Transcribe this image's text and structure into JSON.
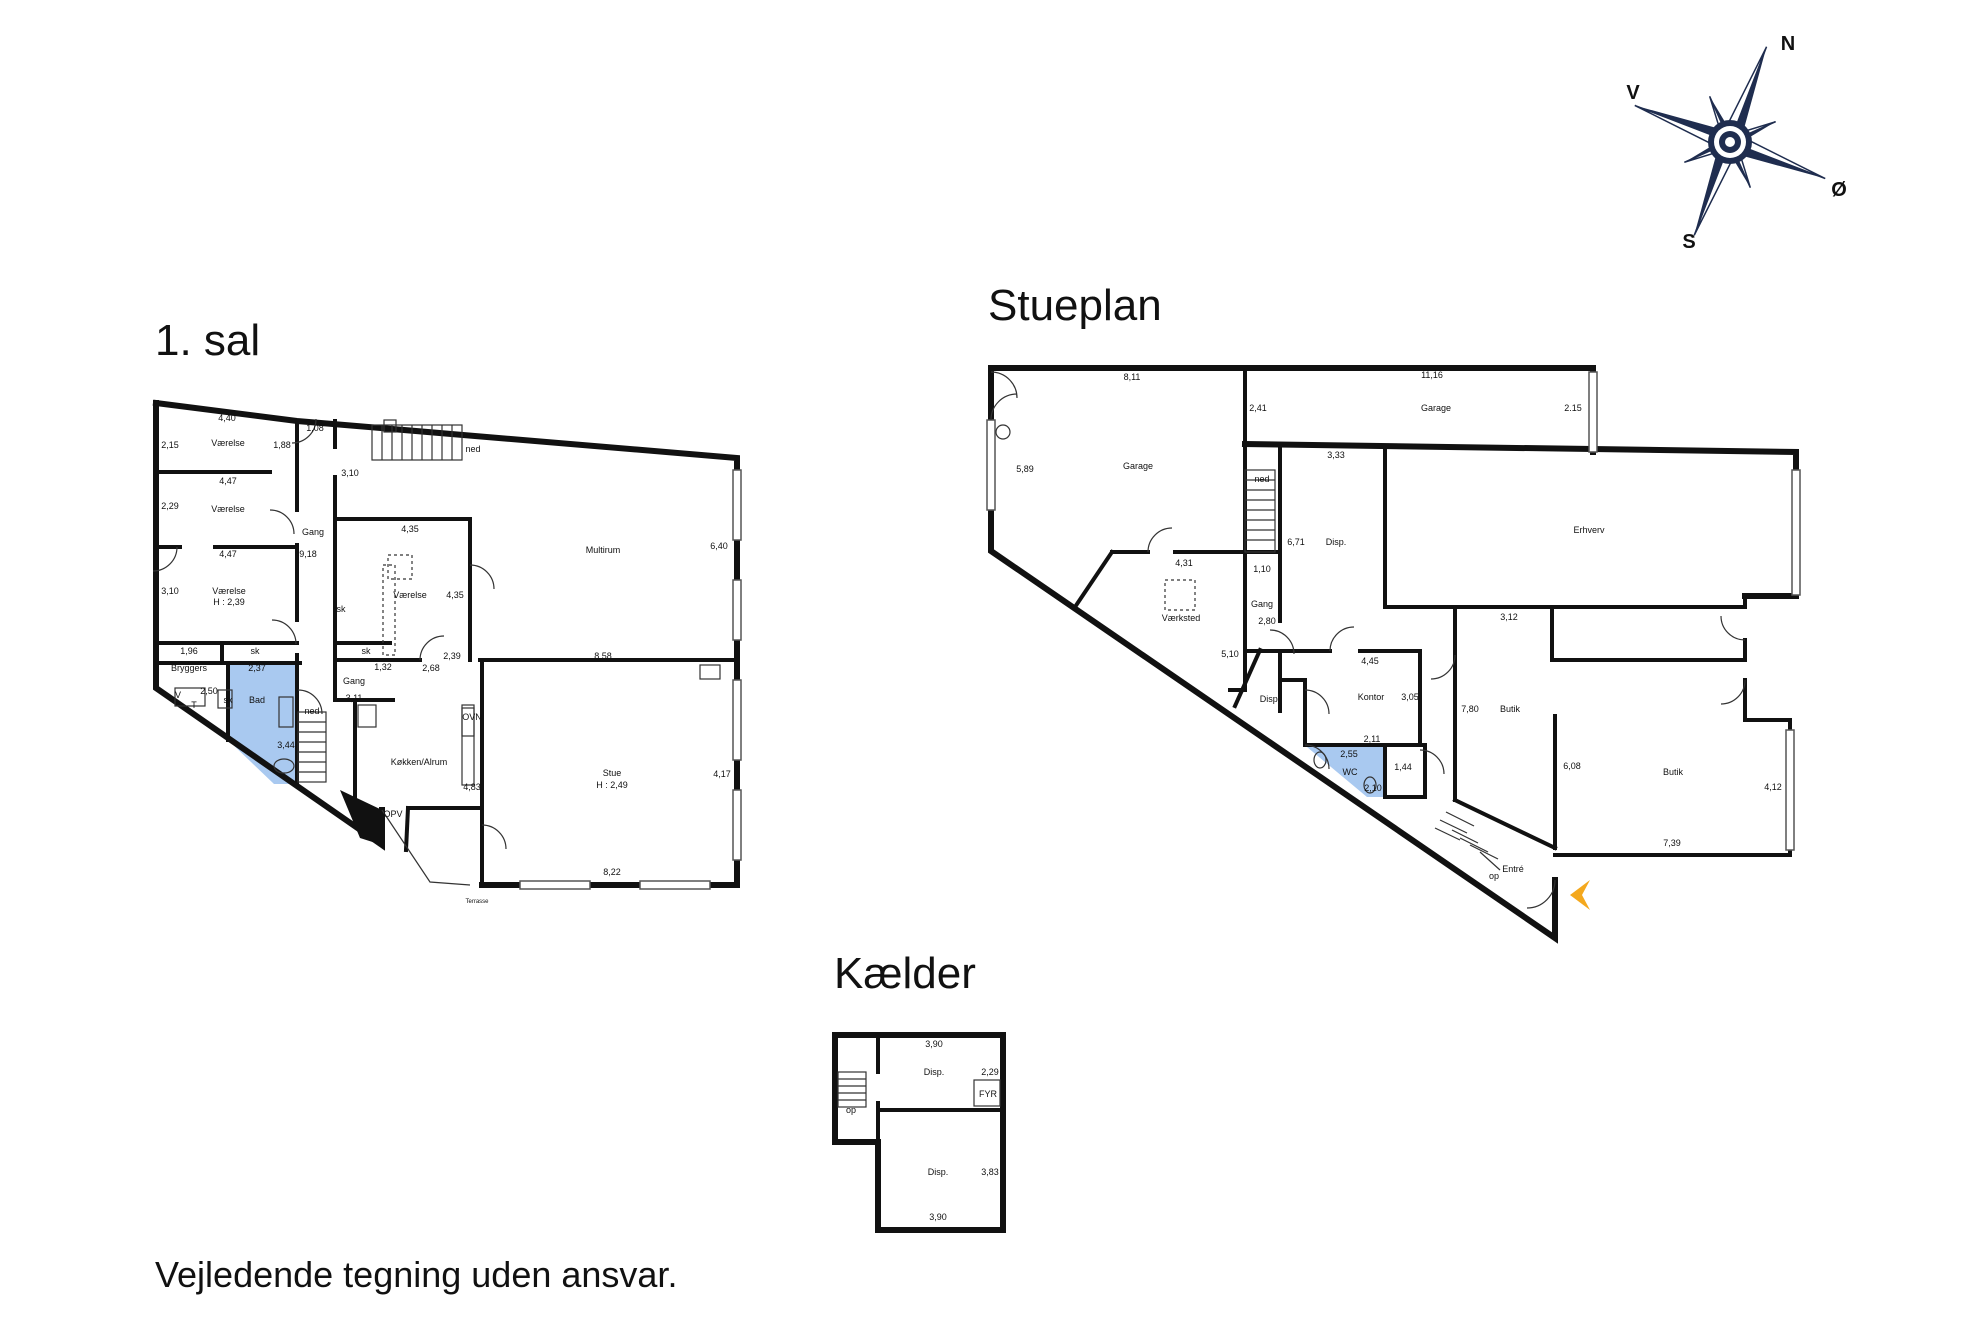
{
  "titles": {
    "first_floor": "1. sal",
    "ground_floor": "Stueplan",
    "basement": "Kælder"
  },
  "footer": "Vejledende tegning uden ansvar.",
  "compass": {
    "n": "N",
    "v": "V",
    "o": "Ø",
    "s": "S",
    "color": "#1f2d4f"
  },
  "colors": {
    "wet_room": "#a9c9f0",
    "entrance_arrow": "#f4a81d"
  },
  "first_floor": {
    "rooms": {
      "v1": "Værelse",
      "v2": "Værelse",
      "v3": "Værelse",
      "v3h": "H : 2,39",
      "gang1": "Gang",
      "multirum": "Multirum",
      "v4": "Værelse",
      "bryggers": "Bryggers",
      "bad": "Bad",
      "gang2": "Gang",
      "kokken": "Køkken/Alrum",
      "stue": "Stue",
      "stueh": "H : 2,49",
      "sk1": "sk",
      "sk2": "sk",
      "sk3": "sk",
      "sk4": "sk",
      "ned1": "ned",
      "ned2": "ned",
      "ovn": "OVN",
      "opv": "OPV",
      "terrasse": "Terrasse",
      "vask_v": "V",
      "vask_t": "T"
    },
    "dims": {
      "d440": "4,40",
      "d215": "2,15",
      "d188": "1,88",
      "d447a": "4,47",
      "d229": "2,29",
      "d447b": "4,47",
      "d310a": "3,10",
      "d108": "1,08",
      "d310b": "3,10",
      "d918": "9,18",
      "d435a": "4,35",
      "d435b": "4,35",
      "d640": "6,40",
      "d196": "1,96",
      "d237": "2,37",
      "d250": "2,50",
      "d344": "3,44",
      "d132": "1,32",
      "d268": "2,68",
      "d239": "2,39",
      "d858": "8,58",
      "d311": "3,11",
      "d483": "4,83",
      "d417": "4,17",
      "d822": "8,22"
    }
  },
  "ground_floor": {
    "rooms": {
      "garage1": "Garage",
      "garage2": "Garage",
      "disp1": "Disp.",
      "erhverv": "Erhverv",
      "ned": "ned",
      "gang": "Gang",
      "vaerksted": "Værksted",
      "disp2": "Disp.",
      "kontor": "Kontor",
      "butik1": "Butik",
      "butik2": "Butik",
      "wc": "WC",
      "entre": "Entré",
      "op": "op"
    },
    "dims": {
      "d811": "8,11",
      "d1116": "11,16",
      "d241": "2,41",
      "d215": "2.15",
      "d589": "5,89",
      "d333": "3,33",
      "d671": "6,71",
      "d431": "4,31",
      "d110": "1,10",
      "d280": "2,80",
      "d312": "3,12",
      "d510": "5,10",
      "d445": "4,45",
      "d305": "3,05",
      "d780": "7,80",
      "d211": "2,11",
      "d255": "2,55",
      "d144": "1,44",
      "d210": "2,10",
      "d608": "6,08",
      "d412": "4,12",
      "d739": "7,39"
    }
  },
  "basement": {
    "rooms": {
      "disp1": "Disp.",
      "disp2": "Disp.",
      "fyr": "FYR",
      "op": "op"
    },
    "dims": {
      "d390a": "3,90",
      "d229": "2,29",
      "d383": "3,83",
      "d390b": "3,90"
    }
  }
}
